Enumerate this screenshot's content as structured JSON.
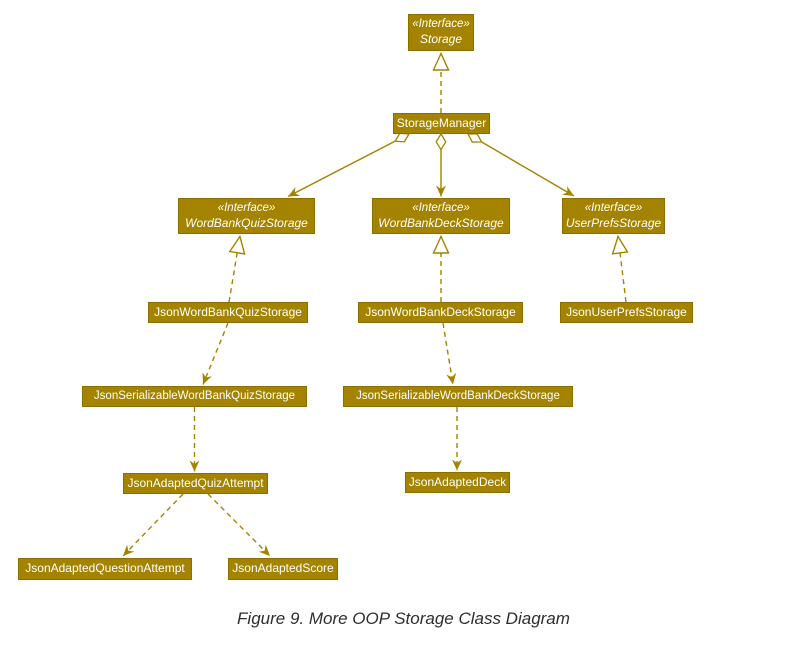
{
  "diagram": {
    "caption": "Figure 9. More OOP Storage Class Diagram",
    "colors": {
      "node_fill": "#A38300",
      "node_border": "#8A6F00",
      "edge": "#A38300",
      "node_text": "#FFFFFF",
      "caption_text": "#2E2E2E",
      "background": "#FFFFFF"
    },
    "nodes": {
      "storage": {
        "stereotype": "«Interface»",
        "name": "Storage"
      },
      "storage_manager": {
        "name": "StorageManager"
      },
      "word_bank_quiz_storage": {
        "stereotype": "«Interface»",
        "name": "WordBankQuizStorage"
      },
      "word_bank_deck_storage": {
        "stereotype": "«Interface»",
        "name": "WordBankDeckStorage"
      },
      "user_prefs_storage": {
        "stereotype": "«Interface»",
        "name": "UserPrefsStorage"
      },
      "json_word_bank_quiz_storage": {
        "name": "JsonWordBankQuizStorage"
      },
      "json_word_bank_deck_storage": {
        "name": "JsonWordBankDeckStorage"
      },
      "json_user_prefs_storage": {
        "name": "JsonUserPrefsStorage"
      },
      "json_serializable_word_bank_quiz_storage": {
        "name": "JsonSerializableWordBankQuizStorage"
      },
      "json_serializable_word_bank_deck_storage": {
        "name": "JsonSerializableWordBankDeckStorage"
      },
      "json_adapted_quiz_attempt": {
        "name": "JsonAdaptedQuizAttempt"
      },
      "json_adapted_deck": {
        "name": "JsonAdaptedDeck"
      },
      "json_adapted_question_attempt": {
        "name": "JsonAdaptedQuestionAttempt"
      },
      "json_adapted_score": {
        "name": "JsonAdaptedScore"
      }
    },
    "relationships": {
      "realization": "dashed line with hollow triangle",
      "aggregation": "solid line with hollow diamond at StorageManager",
      "dependency": "dashed line with solid arrowhead"
    }
  }
}
